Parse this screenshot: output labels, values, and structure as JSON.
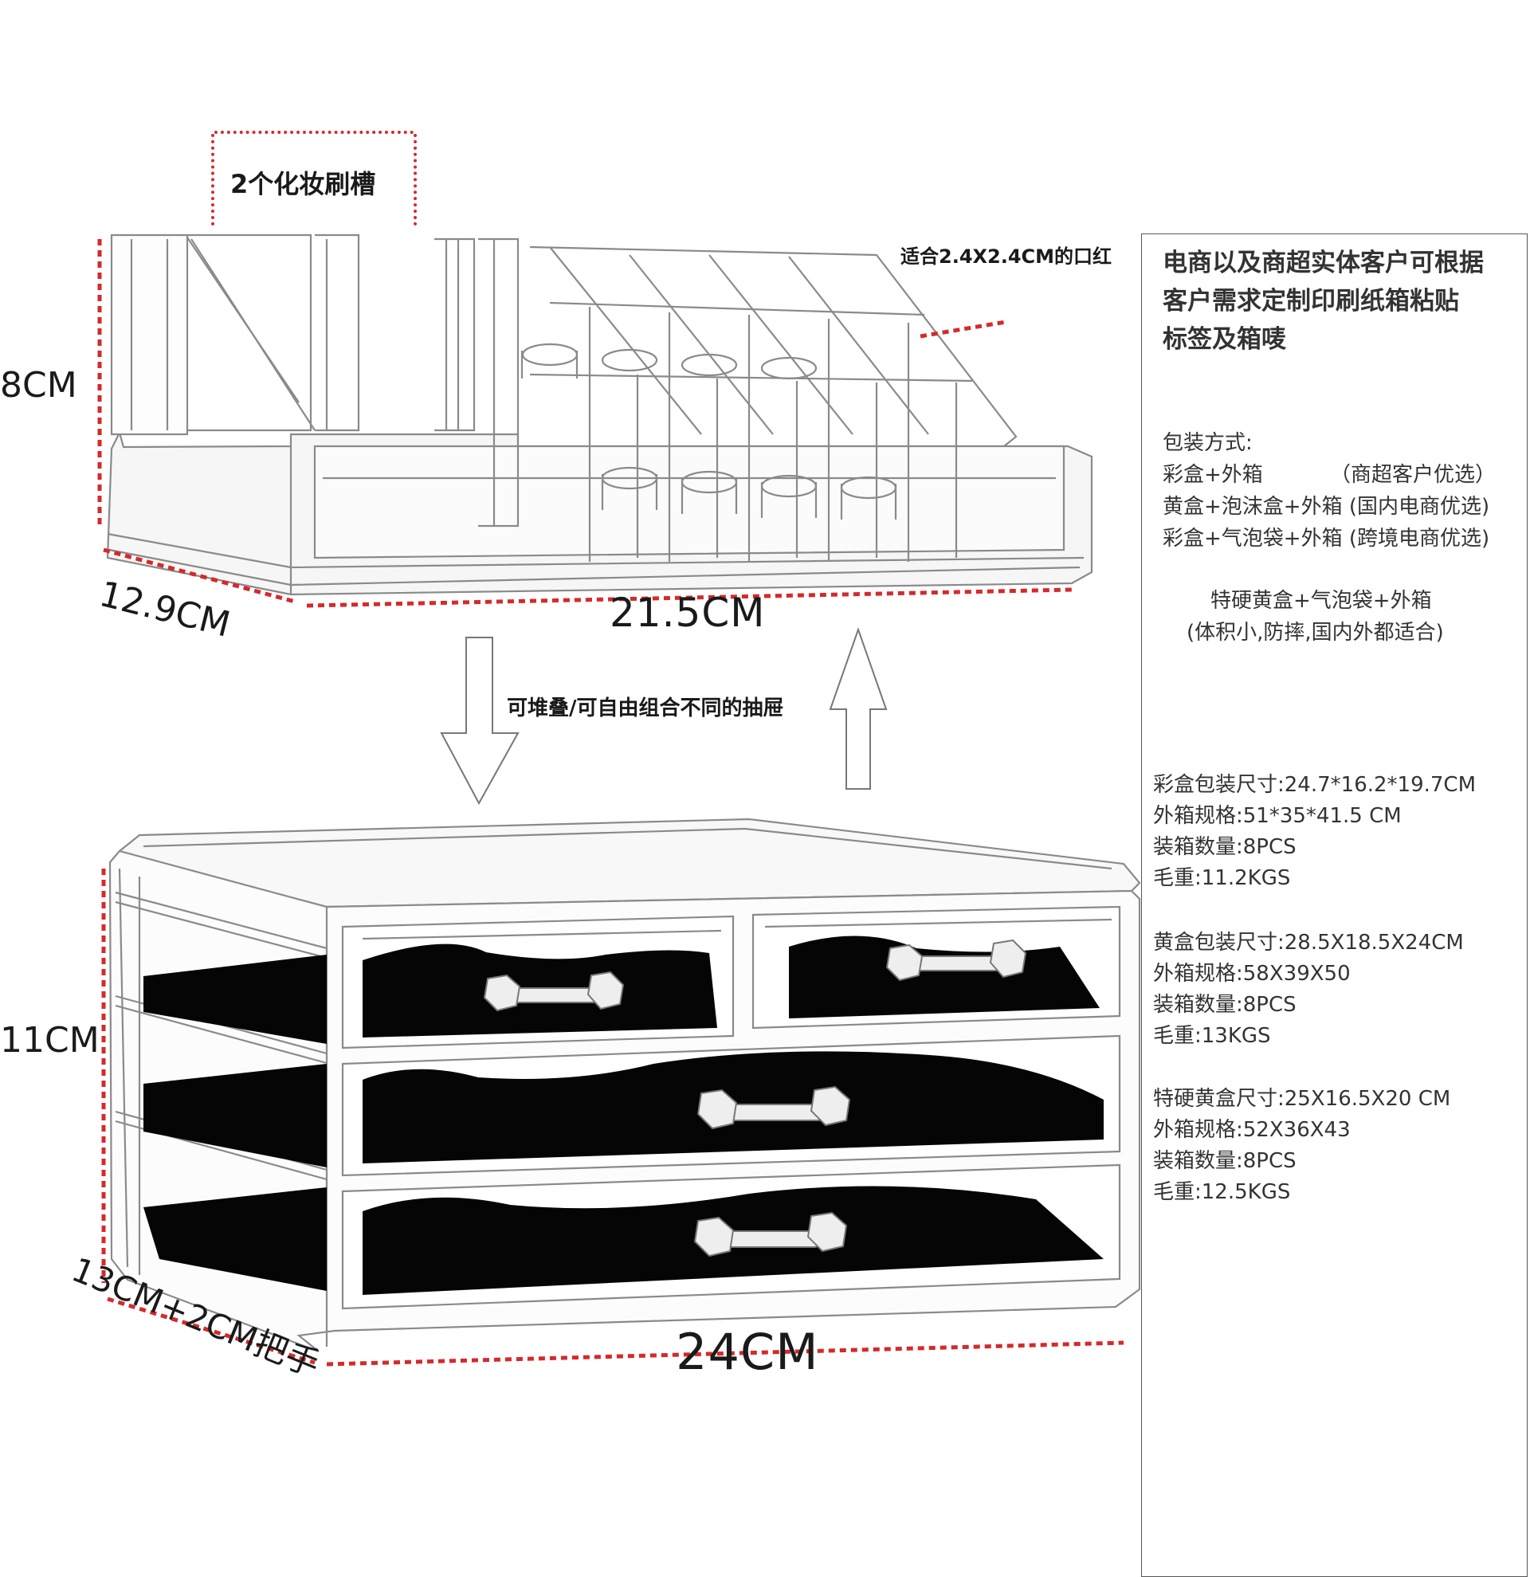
{
  "labels": {
    "brush_slots": "2个化妆刷槽",
    "lipstick_fit": "适合2.4X2.4CM的口红",
    "stackable": "可堆叠/可自由组合不同的抽屉",
    "top_height": "8CM",
    "top_depth": "12.9CM",
    "top_width": "21.5CM",
    "bottom_height": "11CM",
    "bottom_depth": "13CM+2CM把手",
    "bottom_width": "24CM"
  },
  "panel": {
    "headline": [
      "电商以及商超实体客户可根据",
      "客户需求定制印刷纸箱粘贴",
      "标签及箱唛"
    ],
    "packaging": {
      "title": "包装方式:",
      "options": [
        {
          "name": "彩盒+外箱",
          "note": "（商超客户优选）"
        },
        {
          "name": "黄盒+泡沫盒+外箱",
          "note": "(国内电商优选)"
        },
        {
          "name": "彩盒+气泡袋+外箱",
          "note": "(跨境电商优选)"
        }
      ],
      "special": "特硬黄盒+气泡袋+外箱",
      "special_note": "(体积小,防摔,国内外都适合)"
    },
    "specs": [
      [
        "彩盒包装尺寸:24.7*16.2*19.7CM",
        "外箱规格:51*35*41.5 CM",
        "装箱数量:8PCS",
        "毛重:11.2KGS"
      ],
      [
        "黄盒包装尺寸:28.5X18.5X24CM",
        "外箱规格:58X39X50",
        "装箱数量:8PCS",
        "毛重:13KGS"
      ],
      [
        "特硬黄盒尺寸:25X16.5X20 CM",
        "外箱规格:52X36X43",
        "装箱数量:8PCS",
        "毛重:12.5KGS"
      ]
    ]
  },
  "colors": {
    "dimension_line": "#d42a2a",
    "felt": "#050505",
    "acrylic_edge": "#8a8a8a"
  }
}
